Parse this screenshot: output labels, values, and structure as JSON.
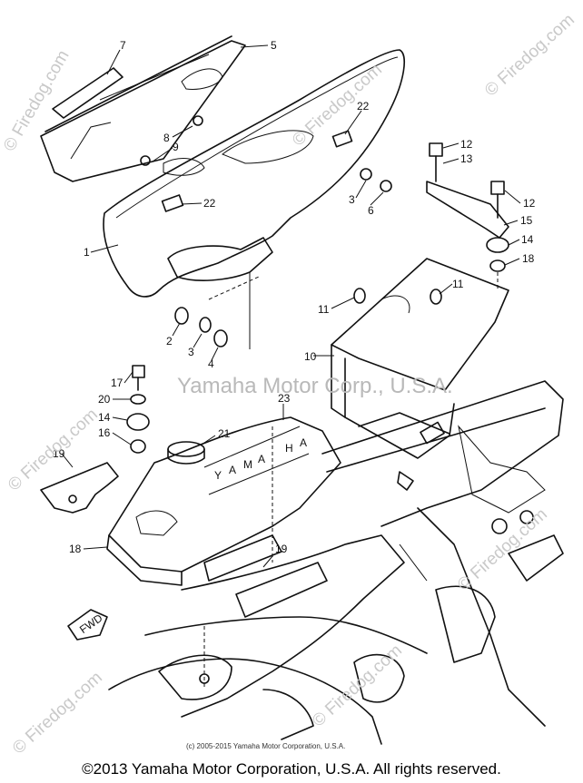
{
  "diagram": {
    "watermark_center": "Yamaha Motor Corp., U.S.A.",
    "watermarks_site": "© Firedog.com",
    "fine_copyright": "(c) 2005-2015 Yamaha Motor Corporation, U.S.A.",
    "footer": "©2013 Yamaha Motor Corporation, U.S.A. All rights reserved.",
    "fwd_mark": "FWD",
    "seat_letters": [
      "Y",
      "A",
      "M",
      "A",
      "H",
      "A"
    ],
    "callouts": [
      "7",
      "5",
      "22",
      "8",
      "9",
      "22",
      "3",
      "6",
      "1",
      "12",
      "13",
      "12",
      "15",
      "14",
      "18",
      "11",
      "11",
      "2",
      "3",
      "4",
      "10",
      "17",
      "20",
      "14",
      "16",
      "23",
      "21",
      "19",
      "18",
      "19"
    ]
  }
}
